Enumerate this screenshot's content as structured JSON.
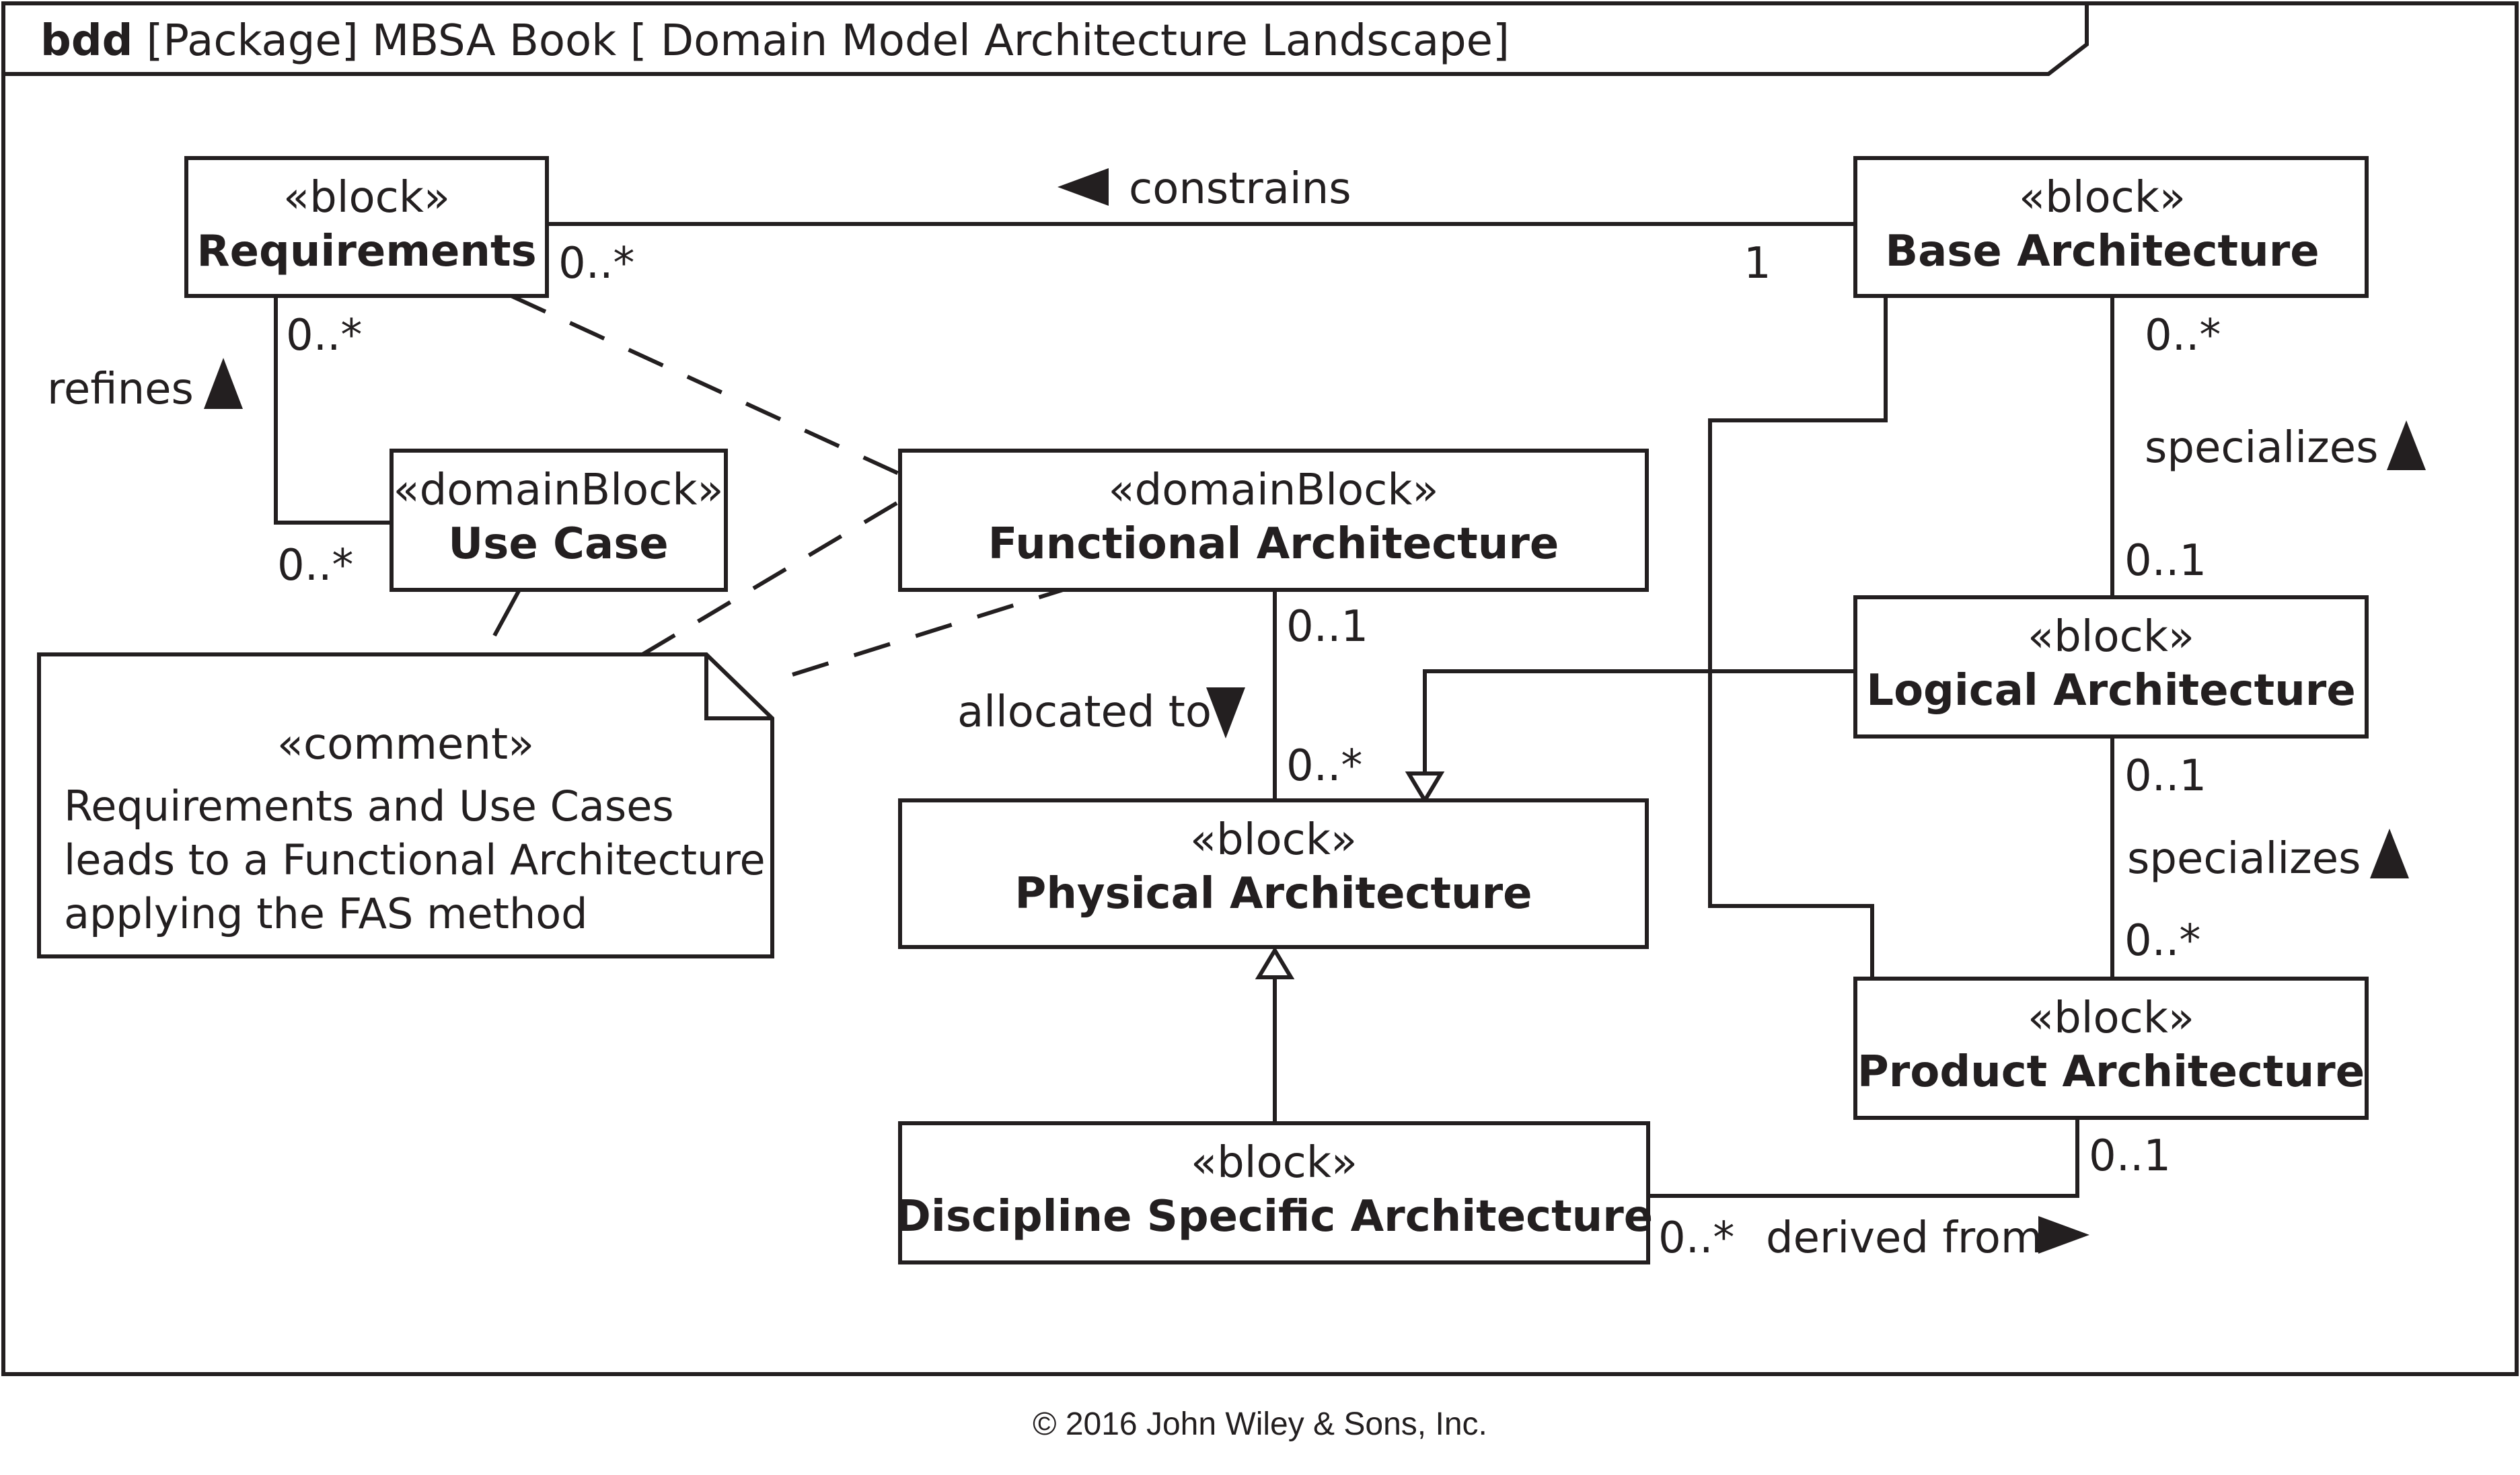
{
  "frame": {
    "kind": "bdd",
    "title": "[Package] MBSA Book [ Domain Model Architecture Landscape]"
  },
  "blocks": {
    "requirements": {
      "stereotype": "«block»",
      "name": "Requirements"
    },
    "use_case": {
      "stereotype": "«domainBlock»",
      "name": "Use Case"
    },
    "functional": {
      "stereotype": "«domainBlock»",
      "name": "Functional Architecture"
    },
    "physical": {
      "stereotype": "«block»",
      "name": "Physical Architecture"
    },
    "discipline": {
      "stereotype": "«block»",
      "name": "Discipline Specific Architecture"
    },
    "base": {
      "stereotype": "«block»",
      "name": "Base Architecture"
    },
    "logical": {
      "stereotype": "«block»",
      "name": "Logical Architecture"
    },
    "product": {
      "stereotype": "«block»",
      "name": "Product Architecture"
    }
  },
  "comment": {
    "stereotype": "«comment»",
    "lines": [
      "Requirements and Use Cases",
      "leads to a Functional Architecture",
      "applying the FAS method"
    ]
  },
  "associations": {
    "constrains": {
      "label": "constrains",
      "direction": "left",
      "end_requirements": "0..*",
      "end_base": "1"
    },
    "refines": {
      "label": "refines",
      "direction": "up",
      "end_requirements": "0..*",
      "end_use_case": "0..*"
    },
    "allocated_to": {
      "label": "allocated to",
      "direction": "down",
      "end_functional": "0..1",
      "end_physical": "0..*"
    },
    "specializes_base": {
      "label": "specializes",
      "direction": "up",
      "end_base": "0..*",
      "end_logical": "0..1"
    },
    "specializes_logical": {
      "label": "specializes",
      "direction": "up",
      "end_logical": "0..1",
      "end_product": "0..*"
    },
    "derived_from": {
      "label": "derived from",
      "direction": "right",
      "end_discipline": "0..*",
      "end_product": "0..1"
    }
  },
  "copyright": "© 2016 John Wiley & Sons, Inc."
}
